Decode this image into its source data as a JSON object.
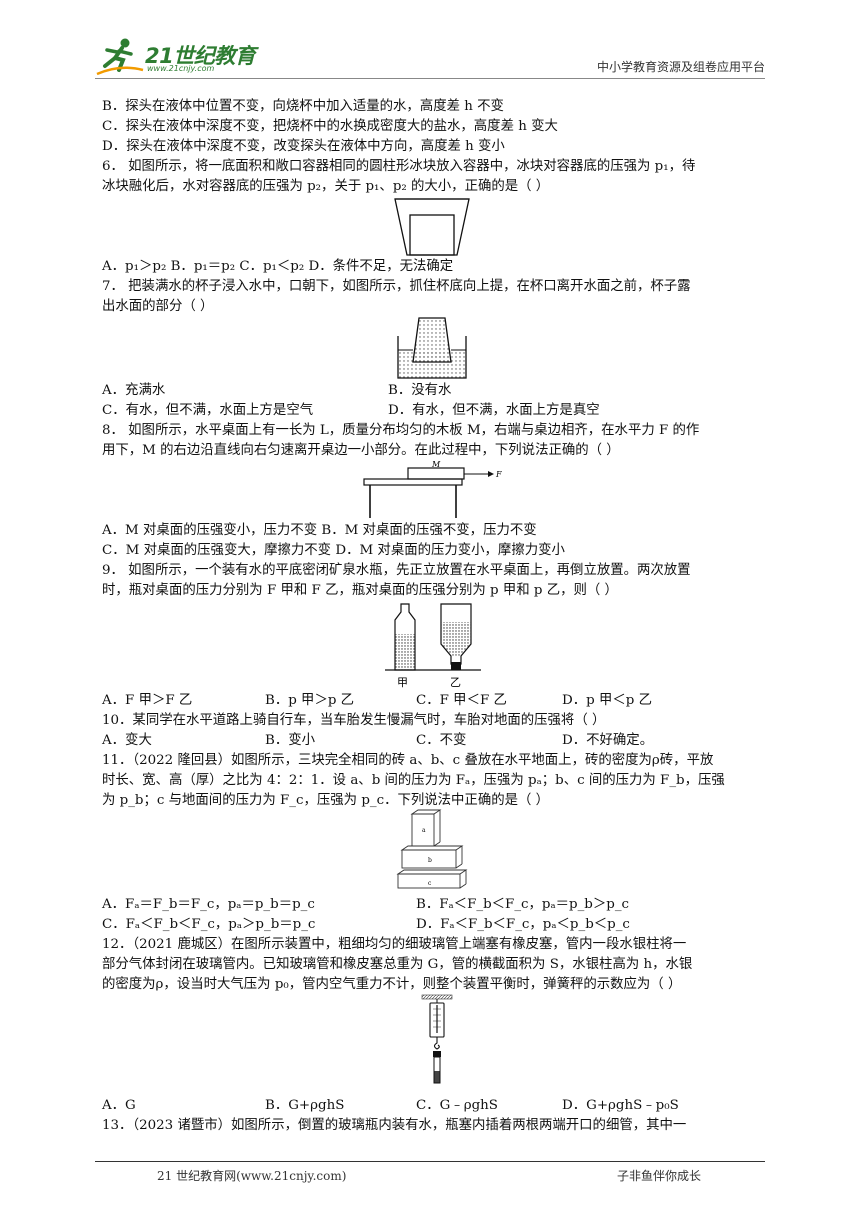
{
  "header": {
    "logo_text": "21世纪教育",
    "logo_sub": "www.21cnjy.com",
    "right_text": "中小学教育资源及组卷应用平台"
  },
  "lines": [
    "B．探头在液体中位置不变，向烧杯中加入适量的水，高度差 h 不变",
    "C．探头在液体中深度不变，把烧杯中的水换成密度大的盐水，高度差 h 变大",
    "D．探头在液体中深度不变，改变探头在液体中方向，高度差 h 变小",
    "6．  如图所示，将一底面积和敞口容器相同的圆柱形冰块放入容器中，冰块对容器底的压强为 p₁，待",
    "冰块融化后，水对容器底的压强为 p₂，关于 p₁、p₂ 的大小，正确的是（          ）",
    "A．p₁＞p₂     B．p₁＝p₂     C．p₁＜p₂     D．条件不足，无法确定",
    "7．  把装满水的杯子浸入水中，口朝下，如图所示，抓住杯底向上提，在杯口离开水面之前，杯子露",
    "出水面的部分（          ）",
    "8．  如图所示，水平桌面上有一长为 L，质量分布均匀的木板 M，右端与桌边相齐，在水平力 F 的作",
    "用下，M 的右边沿直线向右匀速离开桌边一小部分。在此过程中，下列说法正确的（          ）",
    "A．M 对桌面的压强变小，压力不变     B．M 对桌面的压强不变，压力不变",
    "C．M 对桌面的压强变大，摩擦力不变     D．M 对桌面的压力变小，摩擦力变小",
    "9．  如图所示，一个装有水的平底密闭矿泉水瓶，先正立放置在水平桌面上，再倒立放置。两次放置",
    "时，瓶对桌面的压力分别为 F 甲和 F 乙，瓶对桌面的压强分别为 p 甲和 p 乙，则（          ）",
    "10．某同学在水平道路上骑自行车，当车胎发生慢漏气时，车胎对地面的压强将（          ）",
    "11．（2022 隆回县）如图所示，三块完全相同的砖 a、b、c 叠放在水平地面上，砖的密度为ρ砖，平放",
    "时长、宽、高（厚）之比为 4：2：1．设 a、b 间的压力为 Fₐ，压强为 pₐ；b、c 间的压力为 F_b，压强",
    "为 p_b；c 与地面间的压力为 F_c，压强为 p_c．下列说法中正确的是（          ）",
    "12．（2021 鹿城区）在图所示装置中，粗细均匀的细玻璃管上端塞有橡皮塞，管内一段水银柱将一",
    "部分气体封闭在玻璃管内。已知玻璃管和橡皮塞总重为 G，管的横截面积为 S，水银柱高为 h，水银",
    "的密度为ρ，设当时大气压为 p₀，管内空气重力不计，则整个装置平衡时，弹簧秤的示数应为（          ）",
    "13．（2023 诸暨市）如图所示，倒置的玻璃瓶内装有水，瓶塞内插着两根两端开口的细管，其中一"
  ],
  "q7_options": [
    "A．充满水",
    "B．没有水",
    "C．有水，但不满，水面上方是空气",
    "D．有水，但不满，水面上方是真空"
  ],
  "q9_options": [
    "A．F 甲＞F 乙",
    "B．p 甲＞p 乙",
    "C．F 甲＜F 乙",
    "D．p 甲＜p 乙"
  ],
  "q9_labels": [
    "甲",
    "乙"
  ],
  "q10_options": [
    "A．变大",
    "B．变小",
    "C．不变",
    "D．不好确定。"
  ],
  "q11_options": [
    "A．Fₐ＝F_b＝F_c，pₐ＝p_b＝p_c",
    "B．Fₐ＜F_b＜F_c，pₐ＝p_b＞p_c",
    "C．Fₐ＜F_b＜F_c，pₐ＞p_b＝p_c",
    "D．Fₐ＜F_b＜F_c，pₐ＜p_b＜p_c"
  ],
  "q11_labels": [
    "a",
    "b",
    "c"
  ],
  "q8_labels": [
    "M",
    "F"
  ],
  "q12_options": [
    "A．G",
    "B．G+ρghS",
    "C．G﹣ρghS",
    "D．G+ρghS﹣p₀S"
  ],
  "footer": {
    "left": "21 世纪教育网(www.21cnjy.com)",
    "right": "子非鱼伴你成长"
  }
}
